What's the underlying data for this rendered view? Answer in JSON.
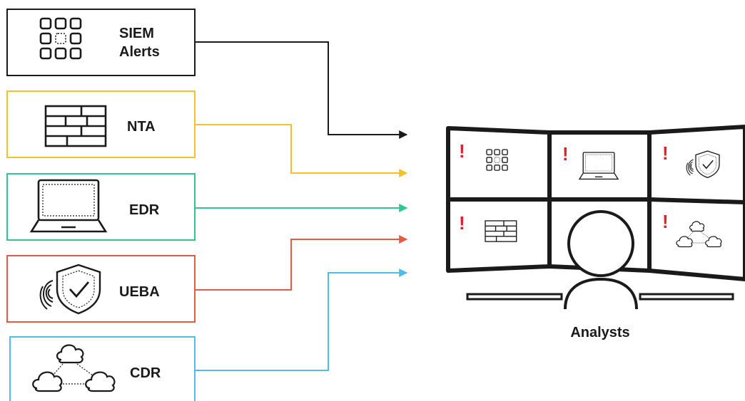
{
  "sources": [
    {
      "id": "siem",
      "label_line1": "SIEM",
      "label_line2": "Alerts",
      "icon": "grid-icon",
      "color": "#1a1a1a"
    },
    {
      "id": "nta",
      "label": "NTA",
      "icon": "brick-wall-icon",
      "color": "#f5c02a"
    },
    {
      "id": "edr",
      "label": "EDR",
      "icon": "laptop-icon",
      "color": "#2ec98a"
    },
    {
      "id": "ueba",
      "label": "UEBA",
      "icon": "fingerprint-shield-icon",
      "color": "#e55a44"
    },
    {
      "id": "cdr",
      "label": "CDR",
      "icon": "cloud-network-icon",
      "color": "#4fbde6"
    }
  ],
  "destination": {
    "label": "Analysts",
    "alert_mark": "!",
    "alert_color": "#e3202a",
    "screen_icons": [
      "grid-icon",
      "laptop-icon",
      "fingerprint-shield-icon",
      "brick-wall-icon",
      "cloud-network-icon"
    ]
  }
}
